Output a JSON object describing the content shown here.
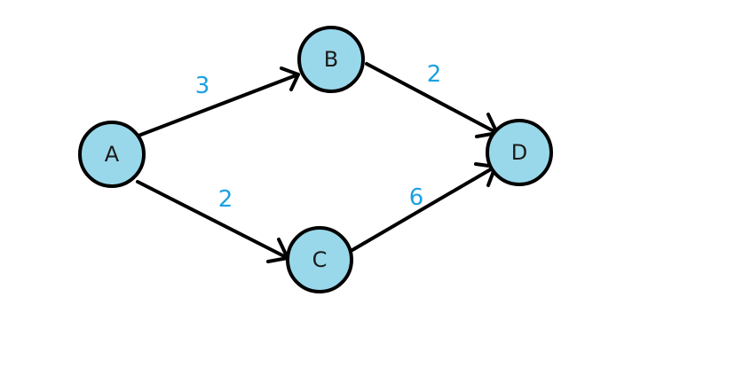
{
  "graph": {
    "colors": {
      "node_fill": "#99d8ea",
      "edge_weight": "#1ba1e2"
    },
    "nodes": [
      {
        "id": "A",
        "label": "A"
      },
      {
        "id": "B",
        "label": "B"
      },
      {
        "id": "C",
        "label": "C"
      },
      {
        "id": "D",
        "label": "D"
      }
    ],
    "edges": [
      {
        "from": "A",
        "to": "B",
        "weight": "3"
      },
      {
        "from": "A",
        "to": "C",
        "weight": "2"
      },
      {
        "from": "B",
        "to": "D",
        "weight": "2"
      },
      {
        "from": "C",
        "to": "D",
        "weight": "6"
      }
    ]
  }
}
